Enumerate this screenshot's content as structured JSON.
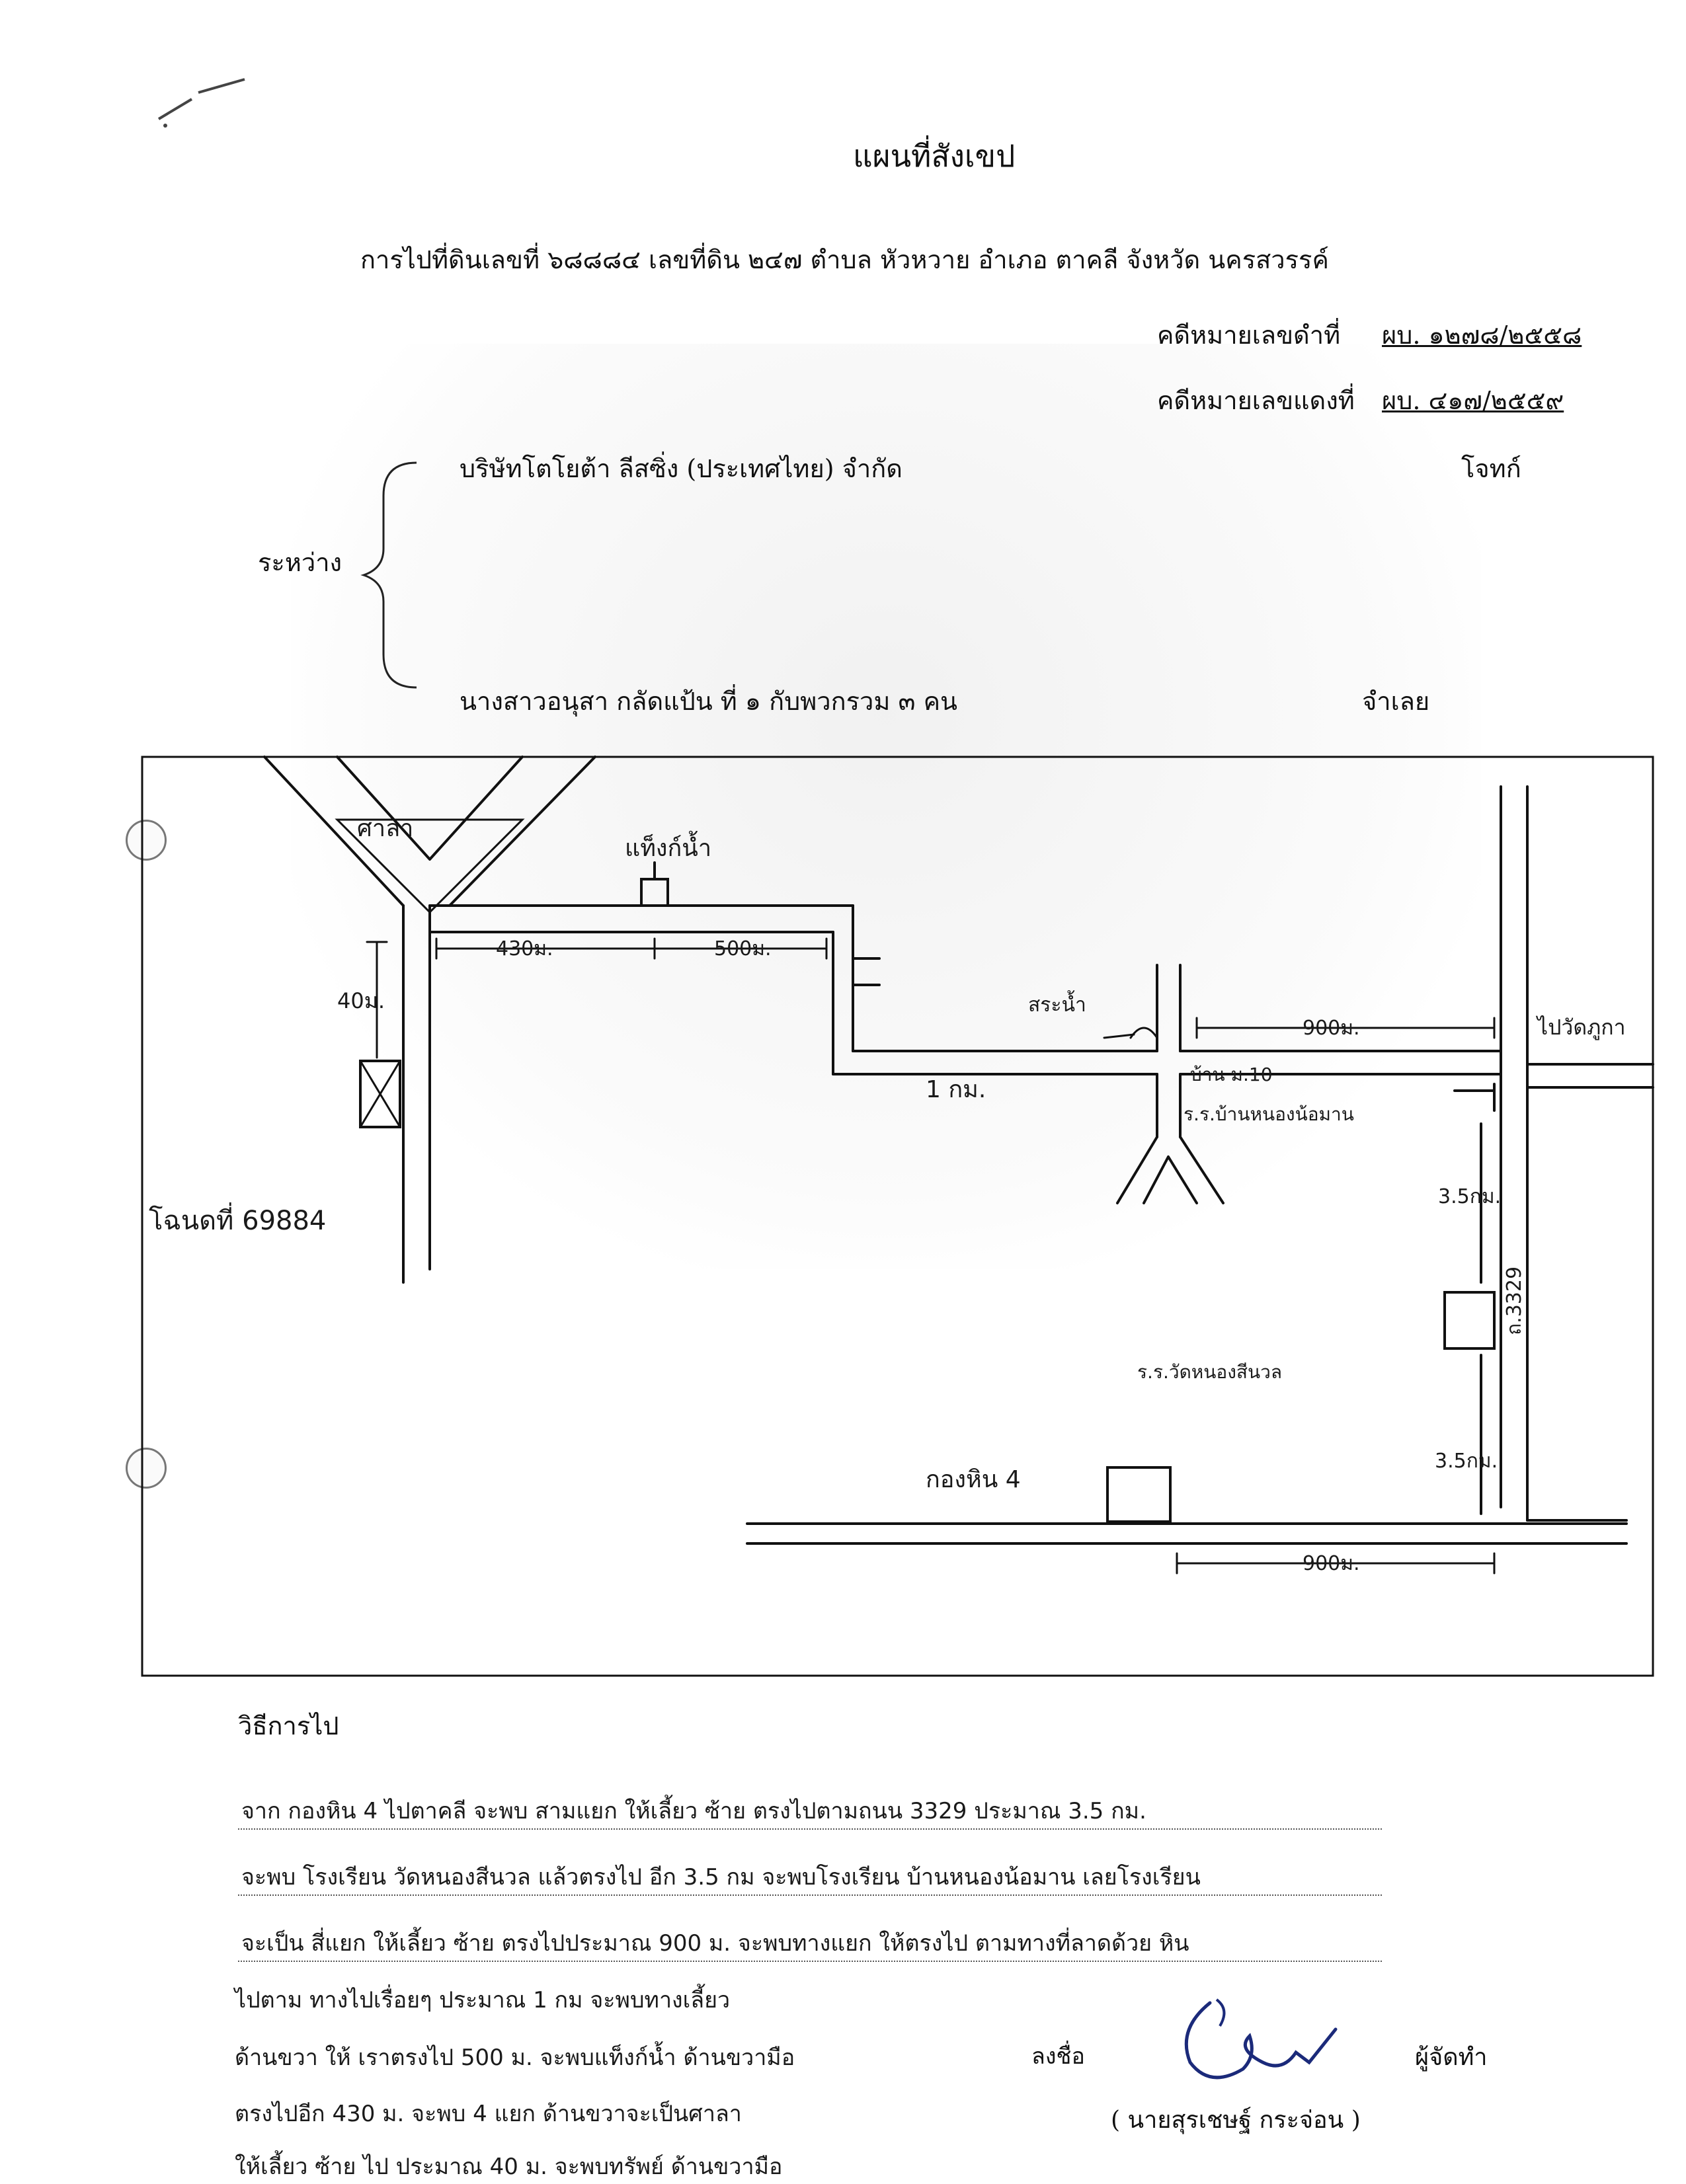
{
  "header": {
    "title": "แผนที่สังเขป",
    "subtitle": "การไปที่ดินเลขที่ ๖๘๘๘๔ เลขที่ดิน ๒๔๗ ตำบล หัวหวาย อำเภอ ตาคลี จังหวัด นครสวรรค์",
    "black_case_label": "คดีหมายเลขดำที่",
    "black_case_no": "ผบ. ๑๒๗๘/๒๕๕๘",
    "red_case_label": "คดีหมายเลขแดงที่",
    "red_case_no": "ผบ. ๔๑๗/๒๕๕๙"
  },
  "parties": {
    "between_label": "ระหว่าง",
    "plaintiff_name": "บริษัทโตโยต้า ลีสซิ่ง (ประเทศไทย) จำกัด",
    "plaintiff_role": "โจทก์",
    "defendant_name": "นางสาวอนุสา กลัดแป้น ที่ ๑ กับพวกรวม ๓ คน",
    "defendant_role": "จำเลย"
  },
  "map": {
    "sala": "ศาลา",
    "water_tower": "แท็งก์น้ำ",
    "pond": "สระน้ำ",
    "dist_430": "430ม.",
    "dist_500": "500ม.",
    "dist_40": "40ม.",
    "dist_1km": "1 กม.",
    "dist_900_top": "900ม.",
    "dist_900_bottom": "900ม.",
    "dist_35_a": "3.5กม.",
    "dist_35_b": "3.5กม.",
    "village": "บ้าน ม.10",
    "to_phukha": "ไปวัดภูกา",
    "school_1": "ร.ร.บ้านหนองน้อมาน",
    "school_2": "ร.ร.วัดหนองสีนวล",
    "road_3329": "ถ.3329",
    "kor_hin": "กองหิน 4",
    "land_label": "โฉนดที่ 69884"
  },
  "directions": {
    "heading": "วิธีการไป",
    "lines": [
      "จาก กองหิน 4 ไปตาคลี จะพบ สามแยก ให้เลี้ยว ซ้าย ตรงไปตามถนน 3329 ประมาณ 3.5 กม.",
      "จะพบ โรงเรียน วัดหนองสีนวล แล้วตรงไป อีก 3.5 กม จะพบโรงเรียน บ้านหนองน้อมาน เลยโรงเรียน",
      "จะเป็น สี่แยก ให้เลี้ยว ซ้าย ตรงไปประมาณ 900 ม. จะพบทางแยก ให้ตรงไป ตามทางที่ลาดด้วย หิน",
      "ไปตาม ทางไปเรื่อยๆ ประมาณ 1 กม จะพบทางเลี้ยว",
      "ด้านขวา ให้ เราตรงไป 500 ม. จะพบแท็งก์น้ำ ด้านขวามือ",
      "ตรงไปอีก 430 ม. จะพบ 4 แยก ด้านขวาจะเป็นศาลา",
      "ให้เลี้ยว ซ้าย ไป ประมาณ 40 ม. จะพบทรัพย์ ด้านขวามือ"
    ]
  },
  "signature": {
    "sign_label": "ลงชื่อ",
    "role": "ผู้จัดทำ",
    "signer": "( นายสุรเชษฐ์ กระจ่อน )"
  }
}
